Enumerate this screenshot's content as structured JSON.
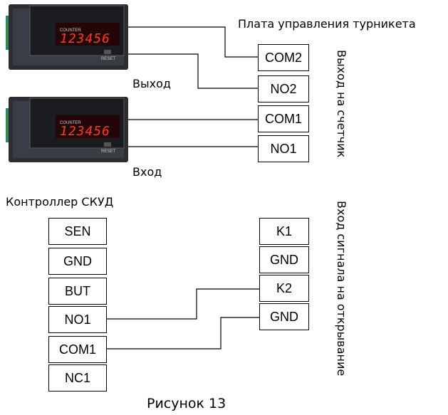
{
  "turnstile_board": {
    "title": "Плата управления турникета",
    "terminals": [
      "COM2",
      "NO2",
      "COM1",
      "NO1"
    ],
    "side_label": "Выход на счетчик"
  },
  "counters": [
    {
      "display": "123456",
      "brand": "COUNTER",
      "reset": "RESET",
      "label": "Выход"
    },
    {
      "display": "123456",
      "brand": "COUNTER",
      "reset": "RESET",
      "label": "Вход"
    }
  ],
  "acs_controller": {
    "title": "Контроллер СКУД",
    "terminals": [
      "SEN",
      "GND",
      "BUT",
      "NO1",
      "COM1",
      "NC1"
    ]
  },
  "signal_block": {
    "terminals": [
      "K1",
      "GND",
      "K2",
      "GND"
    ],
    "side_label": "Вход сигнала на открывание"
  },
  "caption": "Рисунок 13"
}
